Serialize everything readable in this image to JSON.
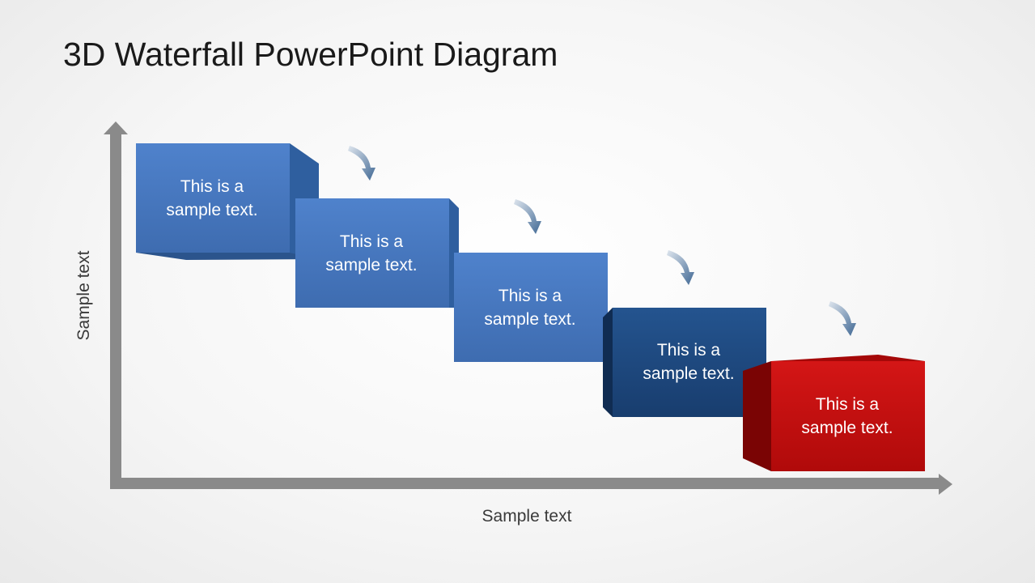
{
  "title": "3D Waterfall PowerPoint Diagram",
  "axes": {
    "y_label": "Sample text",
    "x_label": "Sample text"
  },
  "steps": [
    {
      "line1": "This is a",
      "line2": "sample text.",
      "color": "#4a7cc4"
    },
    {
      "line1": "This is a",
      "line2": "sample text.",
      "color": "#4a7cc4"
    },
    {
      "line1": "This is a",
      "line2": "sample text.",
      "color": "#4a7cc4"
    },
    {
      "line1": "This is a",
      "line2": "sample text.",
      "color": "#1f4c8c"
    },
    {
      "line1": "This is a",
      "line2": "sample text.",
      "color": "#cc1111"
    }
  ],
  "colors": {
    "axis": "#8c8c8c",
    "connector_arrow": "#4a6f9a"
  }
}
